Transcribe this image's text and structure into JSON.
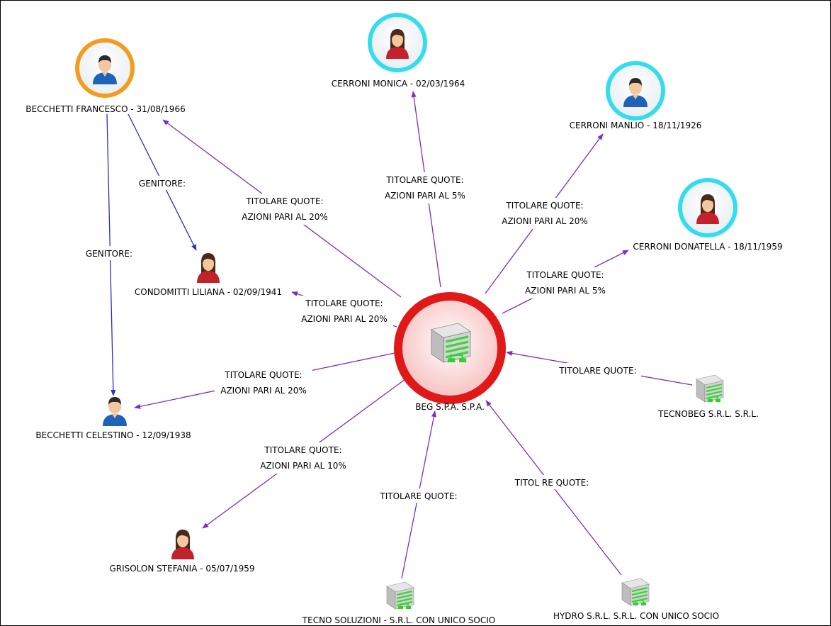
{
  "diagram": {
    "center": {
      "label": "BEG S.P.A. S.P.A.",
      "icon": "company-building-icon",
      "ring_color": "#e01818",
      "fill_color": "#f9c6c6"
    },
    "nodes": [
      {
        "id": "becchetti-francesco",
        "label": "BECCHETTI FRANCESCO - 31/08/1966",
        "icon": "man-avatar-icon",
        "ring_color": "#f39c1d"
      },
      {
        "id": "cerroni-monica",
        "label": "CERRONI MONICA - 02/03/1964",
        "icon": "woman-avatar-icon",
        "ring_color": "#33dded"
      },
      {
        "id": "cerroni-manlio",
        "label": "CERRONI MANLIO - 18/11/1926",
        "icon": "man-avatar-icon",
        "ring_color": "#33dded"
      },
      {
        "id": "cerroni-donatella",
        "label": "CERRONI DONATELLA - 18/11/1959",
        "icon": "woman-avatar-icon",
        "ring_color": "#33dded"
      },
      {
        "id": "condomitti-liliana",
        "label": "CONDOMITTI LILIANA - 02/09/1941",
        "icon": "woman-avatar-icon"
      },
      {
        "id": "becchetti-celestino",
        "label": "BECCHETTI CELESTINO - 12/09/1938",
        "icon": "man-avatar-icon"
      },
      {
        "id": "grisolon-stefania",
        "label": "GRISOLON STEFANIA - 05/07/1959",
        "icon": "woman-avatar-icon"
      },
      {
        "id": "tecnobeg",
        "label": "TECNOBEG S.R.L. S.R.L.",
        "icon": "company-building-icon"
      },
      {
        "id": "tecno-soluzioni",
        "label": "TECNO SOLUZIONI - S.R.L. CON UNICO SOCIO",
        "icon": "company-building-icon"
      },
      {
        "id": "hydro",
        "label": "HYDRO S.R.L. S.R.L. CON UNICO SOCIO",
        "icon": "company-building-icon"
      }
    ],
    "edges": [
      {
        "id": "edge-francesco",
        "line1": "TITOLARE QUOTE:",
        "line2": "AZIONI PARI AL 20%",
        "color": "#7b2cc9"
      },
      {
        "id": "edge-monica",
        "line1": "TITOLARE QUOTE:",
        "line2": "AZIONI PARI AL 5%",
        "color": "#7b2cc9"
      },
      {
        "id": "edge-manlio",
        "line1": "TITOLARE QUOTE:",
        "line2": "AZIONI PARI AL 20%",
        "color": "#7b2cc9"
      },
      {
        "id": "edge-donatella",
        "line1": "TITOLARE QUOTE:",
        "line2": "AZIONI PARI AL 5%",
        "color": "#7b2cc9"
      },
      {
        "id": "edge-liliana",
        "line1": "TITOLARE QUOTE:",
        "line2": "AZIONI PARI AL 20%",
        "color": "#7b2cc9"
      },
      {
        "id": "edge-celestino",
        "line1": "TITOLARE QUOTE:",
        "line2": "AZIONI PARI AL 20%",
        "color": "#7b2cc9"
      },
      {
        "id": "edge-stefania",
        "line1": "TITOLARE QUOTE:",
        "line2": "AZIONI PARI AL 10%",
        "color": "#7b2cc9"
      },
      {
        "id": "edge-tecnobeg",
        "line1": "TITOLARE QUOTE:",
        "color": "#7b2cc9"
      },
      {
        "id": "edge-tecno-soluzioni",
        "line1": "TITOLARE QUOTE:",
        "color": "#7b2cc9"
      },
      {
        "id": "edge-hydro",
        "line1": "TITOL  RE QUOTE:",
        "color": "#7b2cc9"
      },
      {
        "id": "edge-genitore-liliana",
        "line1": "GENITORE:",
        "color": "#2233bb"
      },
      {
        "id": "edge-genitore-celestino",
        "line1": "GENITORE:",
        "color": "#2233bb"
      }
    ]
  }
}
